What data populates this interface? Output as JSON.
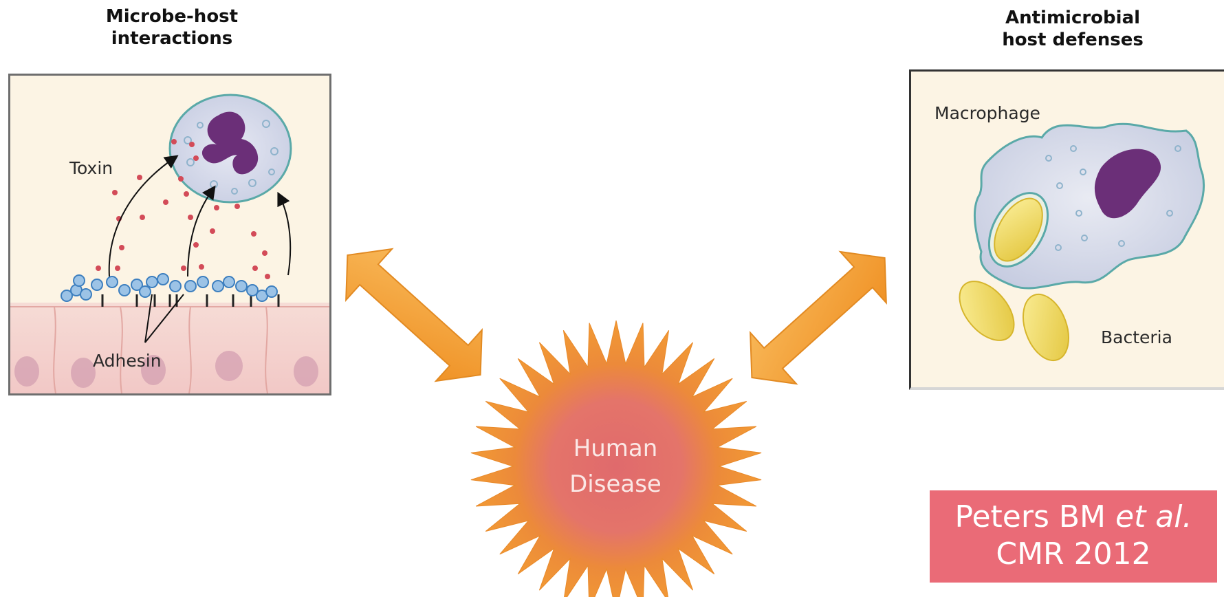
{
  "left_panel": {
    "title_line1": "Microbe-host",
    "title_line2": "interactions",
    "label_toxin": "Toxin",
    "label_adhesin": "Adhesin"
  },
  "right_panel": {
    "title_line1": "Antimicrobial",
    "title_line2": "host defenses",
    "label_macrophage": "Macrophage",
    "label_bacteria": "Bacteria"
  },
  "center": {
    "line1": "Human",
    "line2": "Disease"
  },
  "citation": {
    "authors": "Peters BM ",
    "etal": "et al.",
    "journal_year": "CMR 2012"
  },
  "colors": {
    "arrow": "#f4a23c",
    "burst_outer": "#ee8a2c",
    "burst_core": "#e06a6c",
    "citation_bg": "#ea6b77",
    "panel_bg": "#fcf4e4"
  }
}
